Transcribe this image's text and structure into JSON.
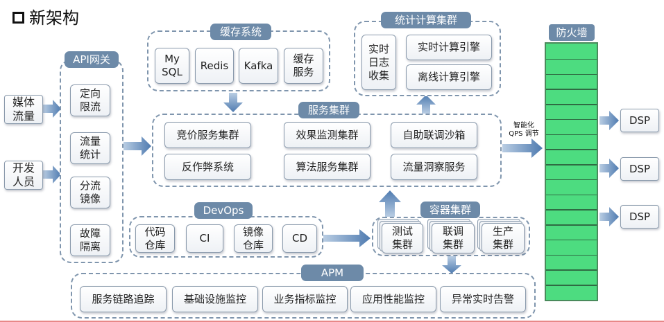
{
  "title": "新架构",
  "sources": [
    "媒体\n流量",
    "开发\n人员"
  ],
  "api_gateway": {
    "label": "API网关",
    "items": [
      "定向\n限流",
      "流量\n统计",
      "分流\n镜像",
      "故障\n隔离"
    ]
  },
  "cache": {
    "label": "缓存系统",
    "items": [
      "My\nSQL",
      "Redis",
      "Kafka",
      "缓存\n服务"
    ]
  },
  "stats": {
    "label": "统计计算集群",
    "log": "实时\n日志\n收集",
    "items": [
      "实时计算引擎",
      "离线计算引擎"
    ]
  },
  "service": {
    "label": "服务集群",
    "items": [
      "竞价服务集群",
      "效果监测集群",
      "自助联调沙箱",
      "反作弊系统",
      "算法服务集群",
      "流量洞察服务"
    ]
  },
  "devops": {
    "label": "DevOps",
    "items": [
      "代码\n仓库",
      "CI",
      "镜像\n仓库",
      "CD"
    ]
  },
  "container": {
    "label": "容器集群",
    "items": [
      "测试\n集群",
      "联调\n集群",
      "生产\n集群"
    ]
  },
  "apm": {
    "label": "APM",
    "items": [
      "服务链路追踪",
      "基础设施监控",
      "业务指标监控",
      "应用性能监控",
      "异常实时告警"
    ]
  },
  "firewall": {
    "label": "防火墙",
    "note": "智能化\nQPS 调节",
    "row_count": 17
  },
  "dsp": [
    "DSP",
    "DSP",
    "DSP"
  ],
  "colors": {
    "accent": "#6d8aa8",
    "arrow": "#6b8cb0",
    "firewall": "#4ddc80",
    "border": "#7f95ad"
  }
}
